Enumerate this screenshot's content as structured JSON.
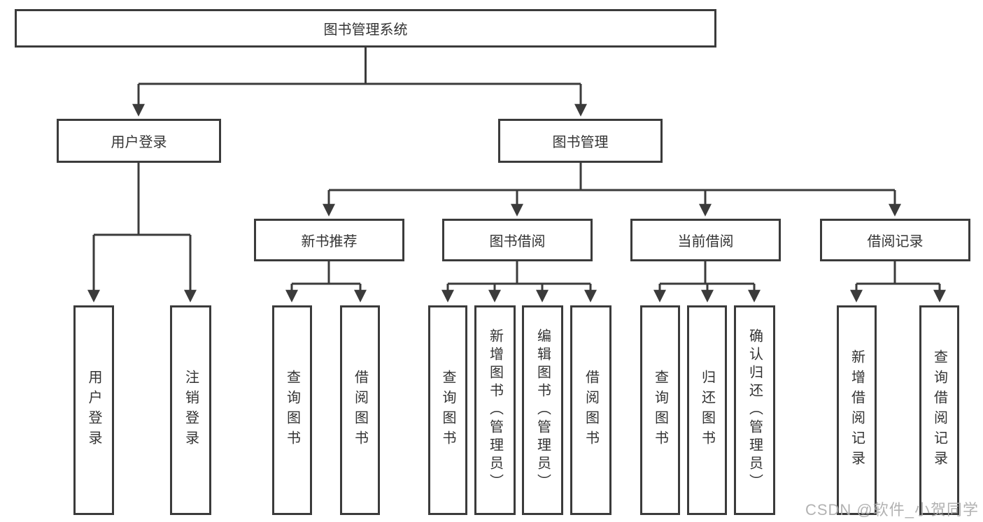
{
  "diagram": {
    "title": "图书管理系统",
    "branches": {
      "user_login": "用户登录",
      "book_mgmt": "图书管理"
    },
    "modules": {
      "new_books": "新书推荐",
      "book_borrow": "图书借阅",
      "current_borrow": "当前借阅",
      "borrow_records": "借阅记录"
    },
    "leaves": {
      "user_login": [
        "用户登录",
        "注销登录"
      ],
      "new_books": [
        "查询图书",
        "借阅图书"
      ],
      "book_borrow": [
        "查询图书",
        "新增图书（管理员）",
        "编辑图书（管理员）",
        "借阅图书"
      ],
      "current_borrow": [
        "查询图书",
        "归还图书",
        "确认归还（管理员）"
      ],
      "borrow_records": [
        "新增借阅记录",
        "查询借阅记录"
      ]
    },
    "watermark": "CSDN @软件_小贺同学",
    "colors": {
      "line": "#3b3b3b",
      "border": "#3b3b3b",
      "text": "#333333",
      "background": "#ffffff",
      "watermark": "#ababab"
    }
  }
}
